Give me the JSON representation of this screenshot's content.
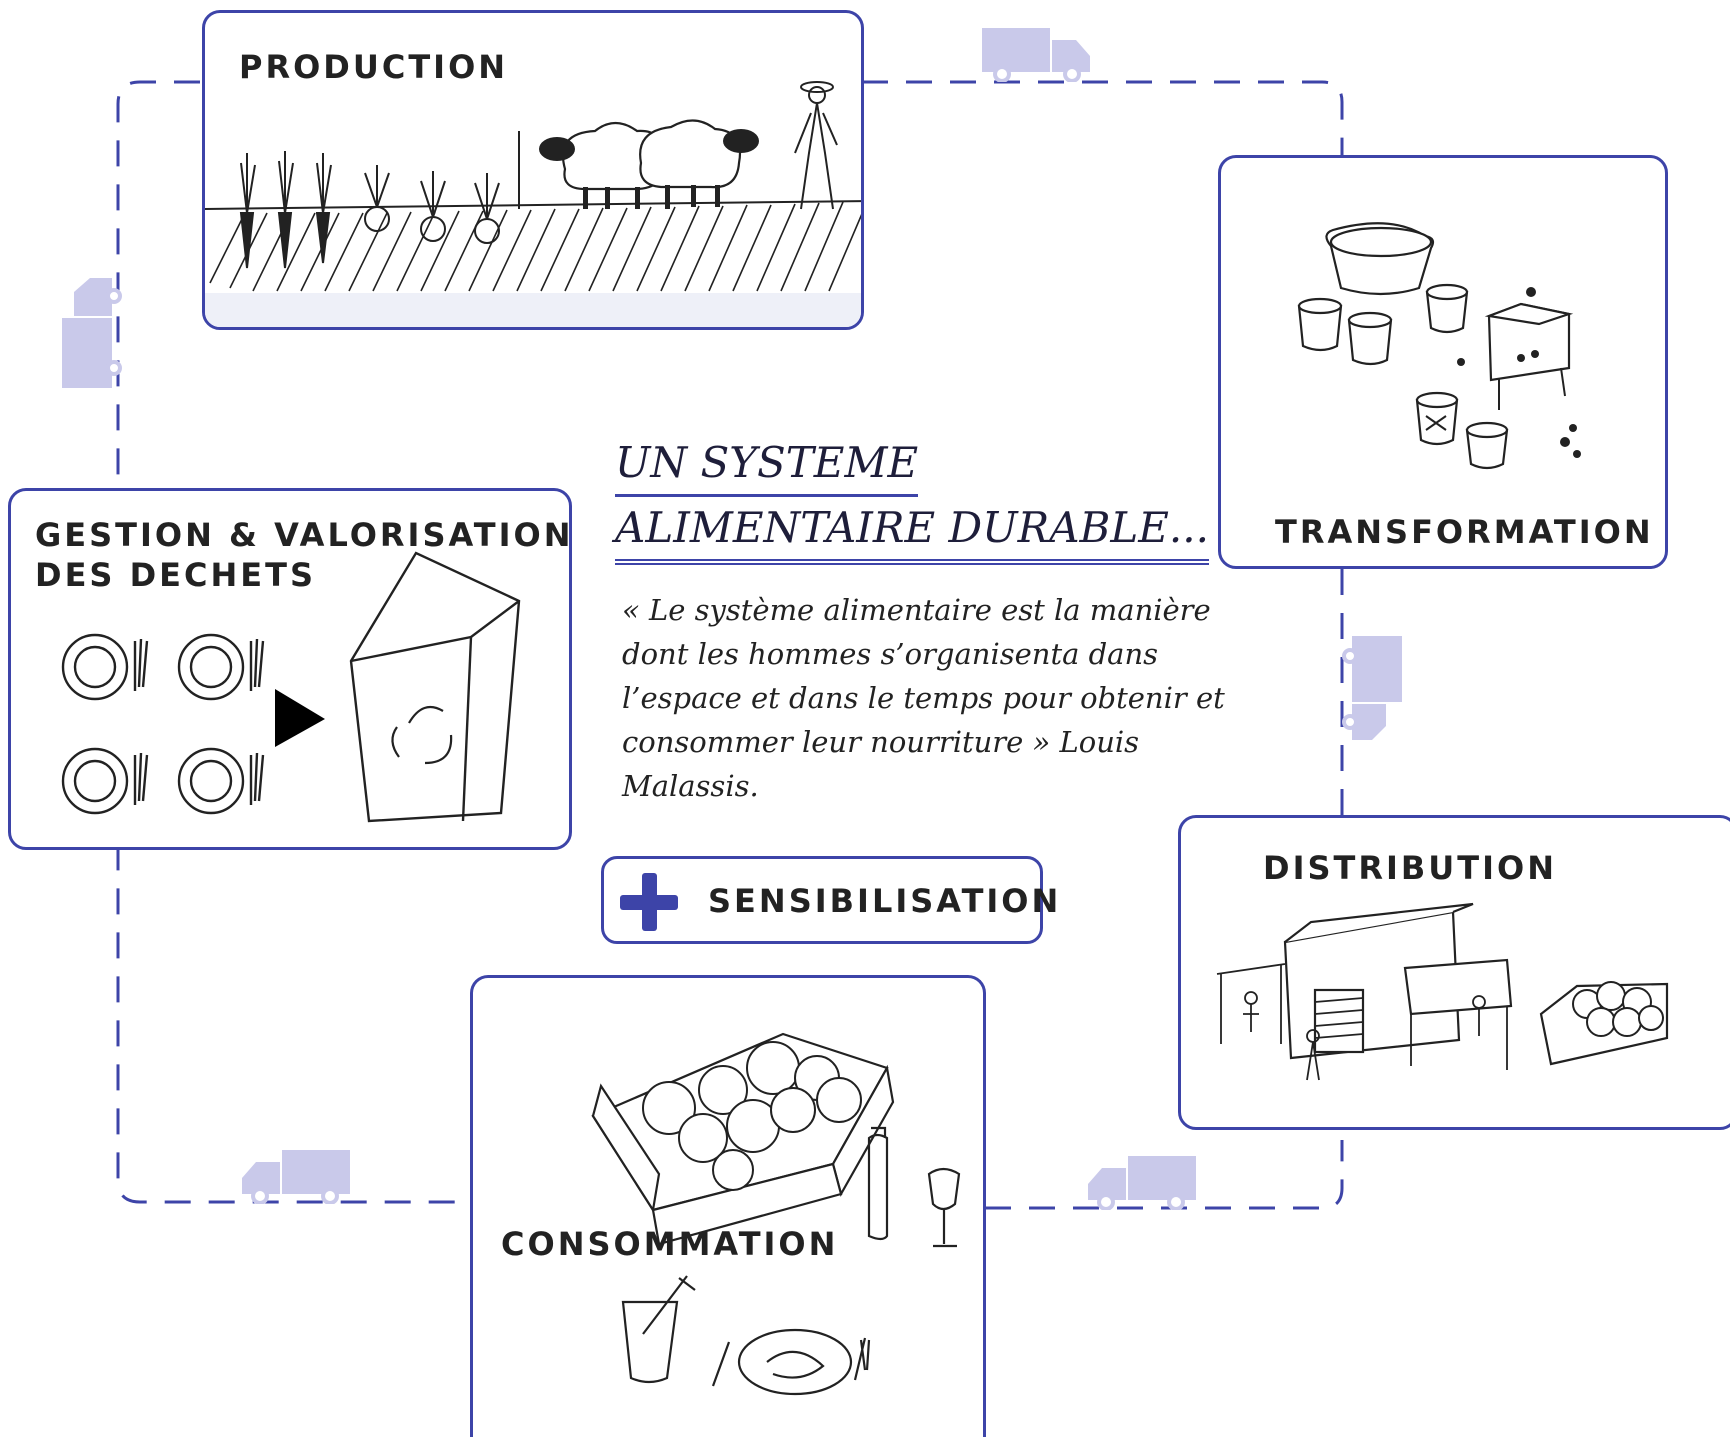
{
  "diagram": {
    "stages": {
      "production": "PRODUCTION",
      "transformation": "TRANSFORMATION",
      "distribution": "DISTRIBUTION",
      "consommation": "CONSOMMATION",
      "dechets_line1": "GESTION & VALORISATION",
      "dechets_line2": "DES DECHETS"
    },
    "title_line1": "UN SYSTEME",
    "title_line2": "ALIMENTAIRE DURABLE...",
    "quote": "« Le système alimentaire est la manière dont les hommes s’organisenta dans l’espace et dans le temps pour obtenir et consommer leur nourriture » Louis Malassis.",
    "extra_label": "SENSIBILISATION"
  },
  "colors": {
    "accent": "#3d44a8",
    "truck": "#c9c9ea",
    "ink": "#222222"
  },
  "icons": [
    "truck-icon",
    "plus-icon",
    "recycle-icon",
    "plate-icon",
    "arrow-right-icon"
  ]
}
